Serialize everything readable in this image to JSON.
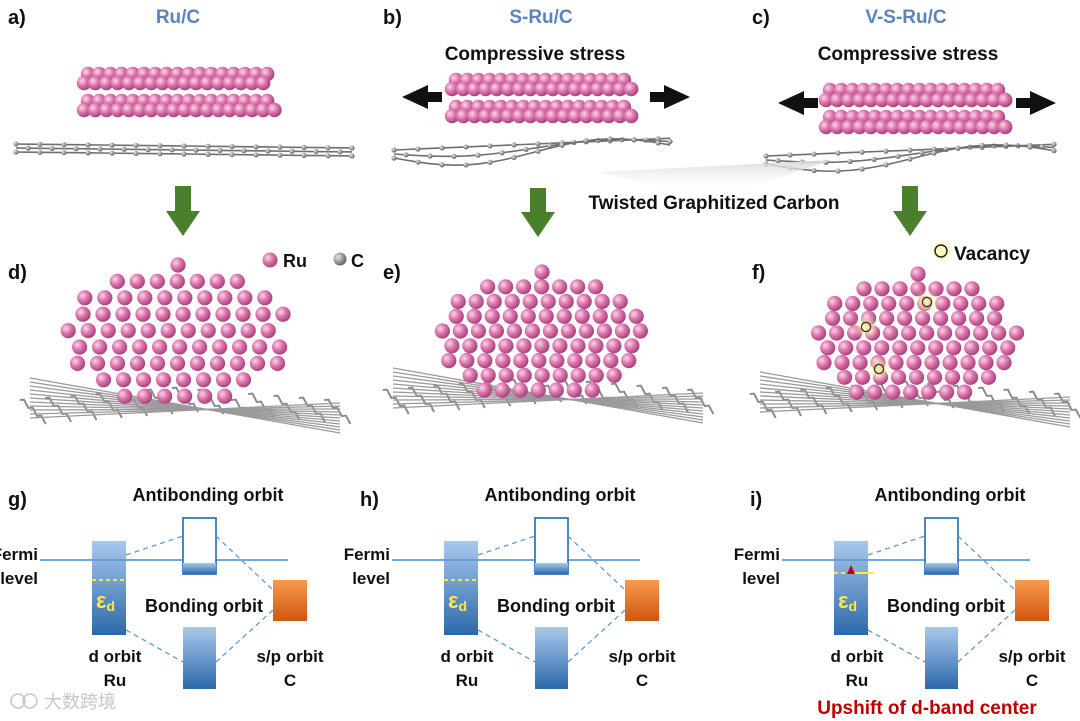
{
  "colors": {
    "ru": "#d65f9d",
    "carbon": "#8a8a8a",
    "arrow_green": "#4a7f2c",
    "title_blue": "#5b84be",
    "band_blue": "#3a78b8",
    "sp_orange": "#e2631b",
    "fermi_line": "#5b9bd5",
    "ed_yellow": "#ffe84d",
    "upshift_red": "#c00000",
    "vacancy_glow": "#fff28a"
  },
  "panels_top": [
    {
      "letter": "a)",
      "title": "Ru/C",
      "stress": ""
    },
    {
      "letter": "b)",
      "title": "S-Ru/C",
      "stress": "Compressive stress"
    },
    {
      "letter": "c)",
      "title": "V-S-Ru/C",
      "stress": "Compressive stress"
    }
  ],
  "twisted_label": "Twisted Graphitized Carbon",
  "panels_mid": [
    {
      "letter": "d)"
    },
    {
      "letter": "e)"
    },
    {
      "letter": "f)"
    }
  ],
  "legend": {
    "ru": "Ru",
    "c": "C",
    "vacancy": "Vacancy"
  },
  "panels_bottom": [
    {
      "letter": "g)"
    },
    {
      "letter": "h)"
    },
    {
      "letter": "i)"
    }
  ],
  "orbital": {
    "antibonding": "Antibonding orbit",
    "bonding": "Bonding orbit",
    "fermi_line1": "Fermi",
    "fermi_line2": "level",
    "d_orbit": "d  orbit",
    "ru": "Ru",
    "sp_orbit": "s/p orbit",
    "c": "C",
    "epsilon": "ε",
    "epsilon_sub": "d"
  },
  "upshift": "Upshift of d-band center",
  "watermark": "大数跨境"
}
